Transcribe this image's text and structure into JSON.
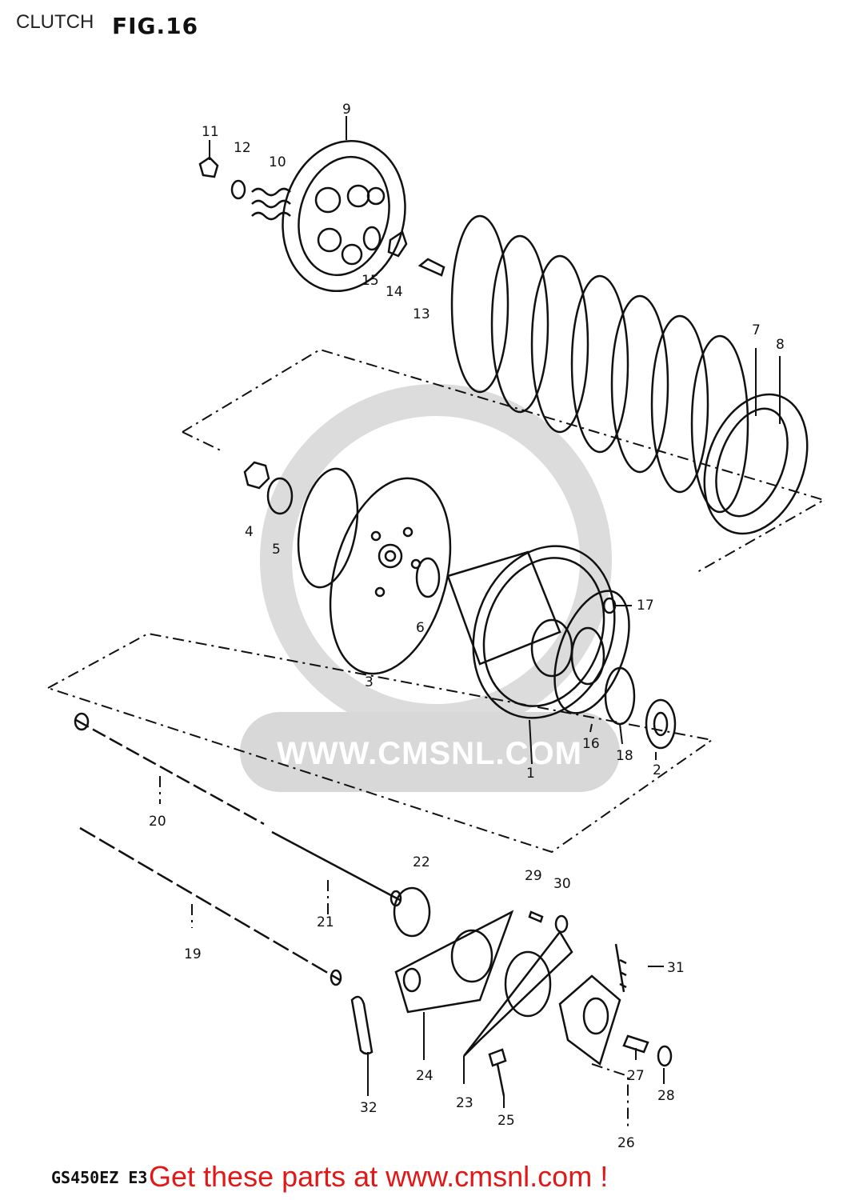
{
  "header": {
    "section": "CLUTCH",
    "figure": "FIG.16"
  },
  "watermark": {
    "text": "WWW.CMSNL.COM"
  },
  "callouts": [
    {
      "id": "c1",
      "label": "1"
    },
    {
      "id": "c2",
      "label": "2"
    },
    {
      "id": "c3",
      "label": "3"
    },
    {
      "id": "c4",
      "label": "4"
    },
    {
      "id": "c5",
      "label": "5"
    },
    {
      "id": "c6",
      "label": "6"
    },
    {
      "id": "c7",
      "label": "7"
    },
    {
      "id": "c8",
      "label": "8"
    },
    {
      "id": "c9",
      "label": "9"
    },
    {
      "id": "c10",
      "label": "10"
    },
    {
      "id": "c11",
      "label": "11"
    },
    {
      "id": "c12",
      "label": "12"
    },
    {
      "id": "c13",
      "label": "13"
    },
    {
      "id": "c14",
      "label": "14"
    },
    {
      "id": "c15",
      "label": "15"
    },
    {
      "id": "c16",
      "label": "16"
    },
    {
      "id": "c17",
      "label": "17"
    },
    {
      "id": "c18",
      "label": "18"
    },
    {
      "id": "c19",
      "label": "19"
    },
    {
      "id": "c20",
      "label": "20"
    },
    {
      "id": "c21",
      "label": "21"
    },
    {
      "id": "c22",
      "label": "22"
    },
    {
      "id": "c23",
      "label": "23"
    },
    {
      "id": "c24",
      "label": "24"
    },
    {
      "id": "c25",
      "label": "25"
    },
    {
      "id": "c26",
      "label": "26"
    },
    {
      "id": "c27",
      "label": "27"
    },
    {
      "id": "c28",
      "label": "28"
    },
    {
      "id": "c29",
      "label": "29"
    },
    {
      "id": "c30",
      "label": "30"
    },
    {
      "id": "c31",
      "label": "31"
    },
    {
      "id": "c32",
      "label": "32"
    }
  ],
  "footer": {
    "model": "GS450EZ E3",
    "cta": "Get these parts at www.cmsnl.com !"
  },
  "colors": {
    "line": "#111111",
    "cta": "#e01818",
    "watermark": "#d8d8d8"
  }
}
